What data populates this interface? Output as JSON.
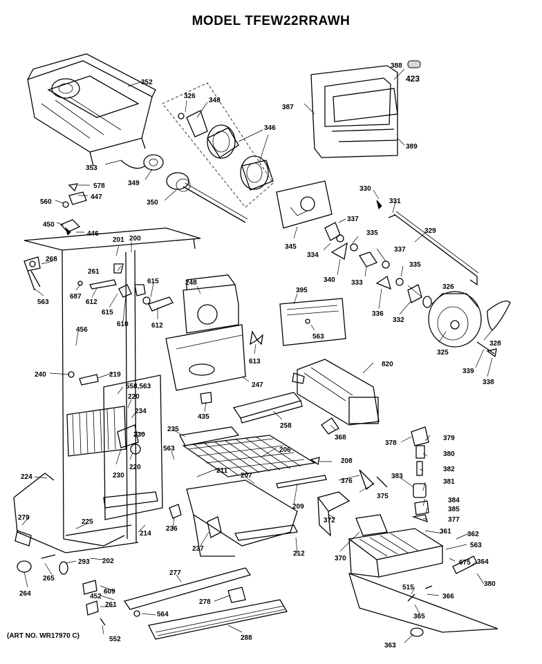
{
  "title": "MODEL TFEW22RRAWH",
  "art_number": "(ART NO. WR17970 C)",
  "part_labels": {
    "p352": "352",
    "p326a": "326",
    "p348": "348",
    "p346": "346",
    "p387": "387",
    "p388": "388",
    "p423": "423",
    "p389": "389",
    "p353": "353",
    "p349": "349",
    "p350": "350",
    "p578": "578",
    "p447": "447",
    "p560": "560",
    "p450": "450",
    "p446": "446",
    "p345": "345",
    "p330": "330",
    "p331": "331",
    "p329": "329",
    "p337a": "337",
    "p335a": "335",
    "p334": "334",
    "p340": "340",
    "p333": "333",
    "p337b": "337",
    "p335b": "335",
    "p336": "336",
    "p332": "332",
    "p326b": "326",
    "p328": "328",
    "p325": "325",
    "p339": "339",
    "p338": "338",
    "p201": "201",
    "p200": "200",
    "p268": "268",
    "p563a": "563",
    "p261a": "261",
    "p687": "687",
    "p612a": "612",
    "p615a": "615",
    "p615b": "615",
    "p610": "610",
    "p612b": "612",
    "p248": "248",
    "p395": "395",
    "p563b": "563",
    "p456": "456",
    "p613": "613",
    "p820": "820",
    "p240": "240",
    "p219": "219",
    "p558": "558,563",
    "p247": "247",
    "p220a": "220",
    "p234": "234",
    "p435": "435",
    "p258": "258",
    "p368": "368",
    "p235": "235",
    "p230a": "230",
    "p563c": "563",
    "p206": "206",
    "p208": "208",
    "p378": "378",
    "p379": "379",
    "p380a": "380",
    "p382a": "382",
    "p224": "224",
    "p220b": "220",
    "p230b": "230",
    "p211": "211",
    "p207": "207",
    "p376": "376",
    "p375": "375",
    "p383": "383",
    "p381": "381",
    "p209": "209",
    "p384": "384",
    "p385": "385",
    "p377": "377",
    "p279": "279",
    "p225": "225",
    "p214": "214",
    "p236": "236",
    "p237": "237",
    "p372": "372",
    "p212": "212",
    "p370": "370",
    "p361": "361",
    "p362": "362",
    "p563d": "563",
    "p202": "202",
    "p293": "293",
    "p675": "675",
    "p364": "364",
    "p265": "265",
    "p264": "264",
    "p277": "277",
    "p609": "609",
    "p452": "452",
    "p261b": "261",
    "p278": "278",
    "p515": "515",
    "p366": "366",
    "p380b": "380",
    "p365": "365",
    "p564": "564",
    "p552": "552",
    "p288": "288",
    "p363": "363"
  }
}
